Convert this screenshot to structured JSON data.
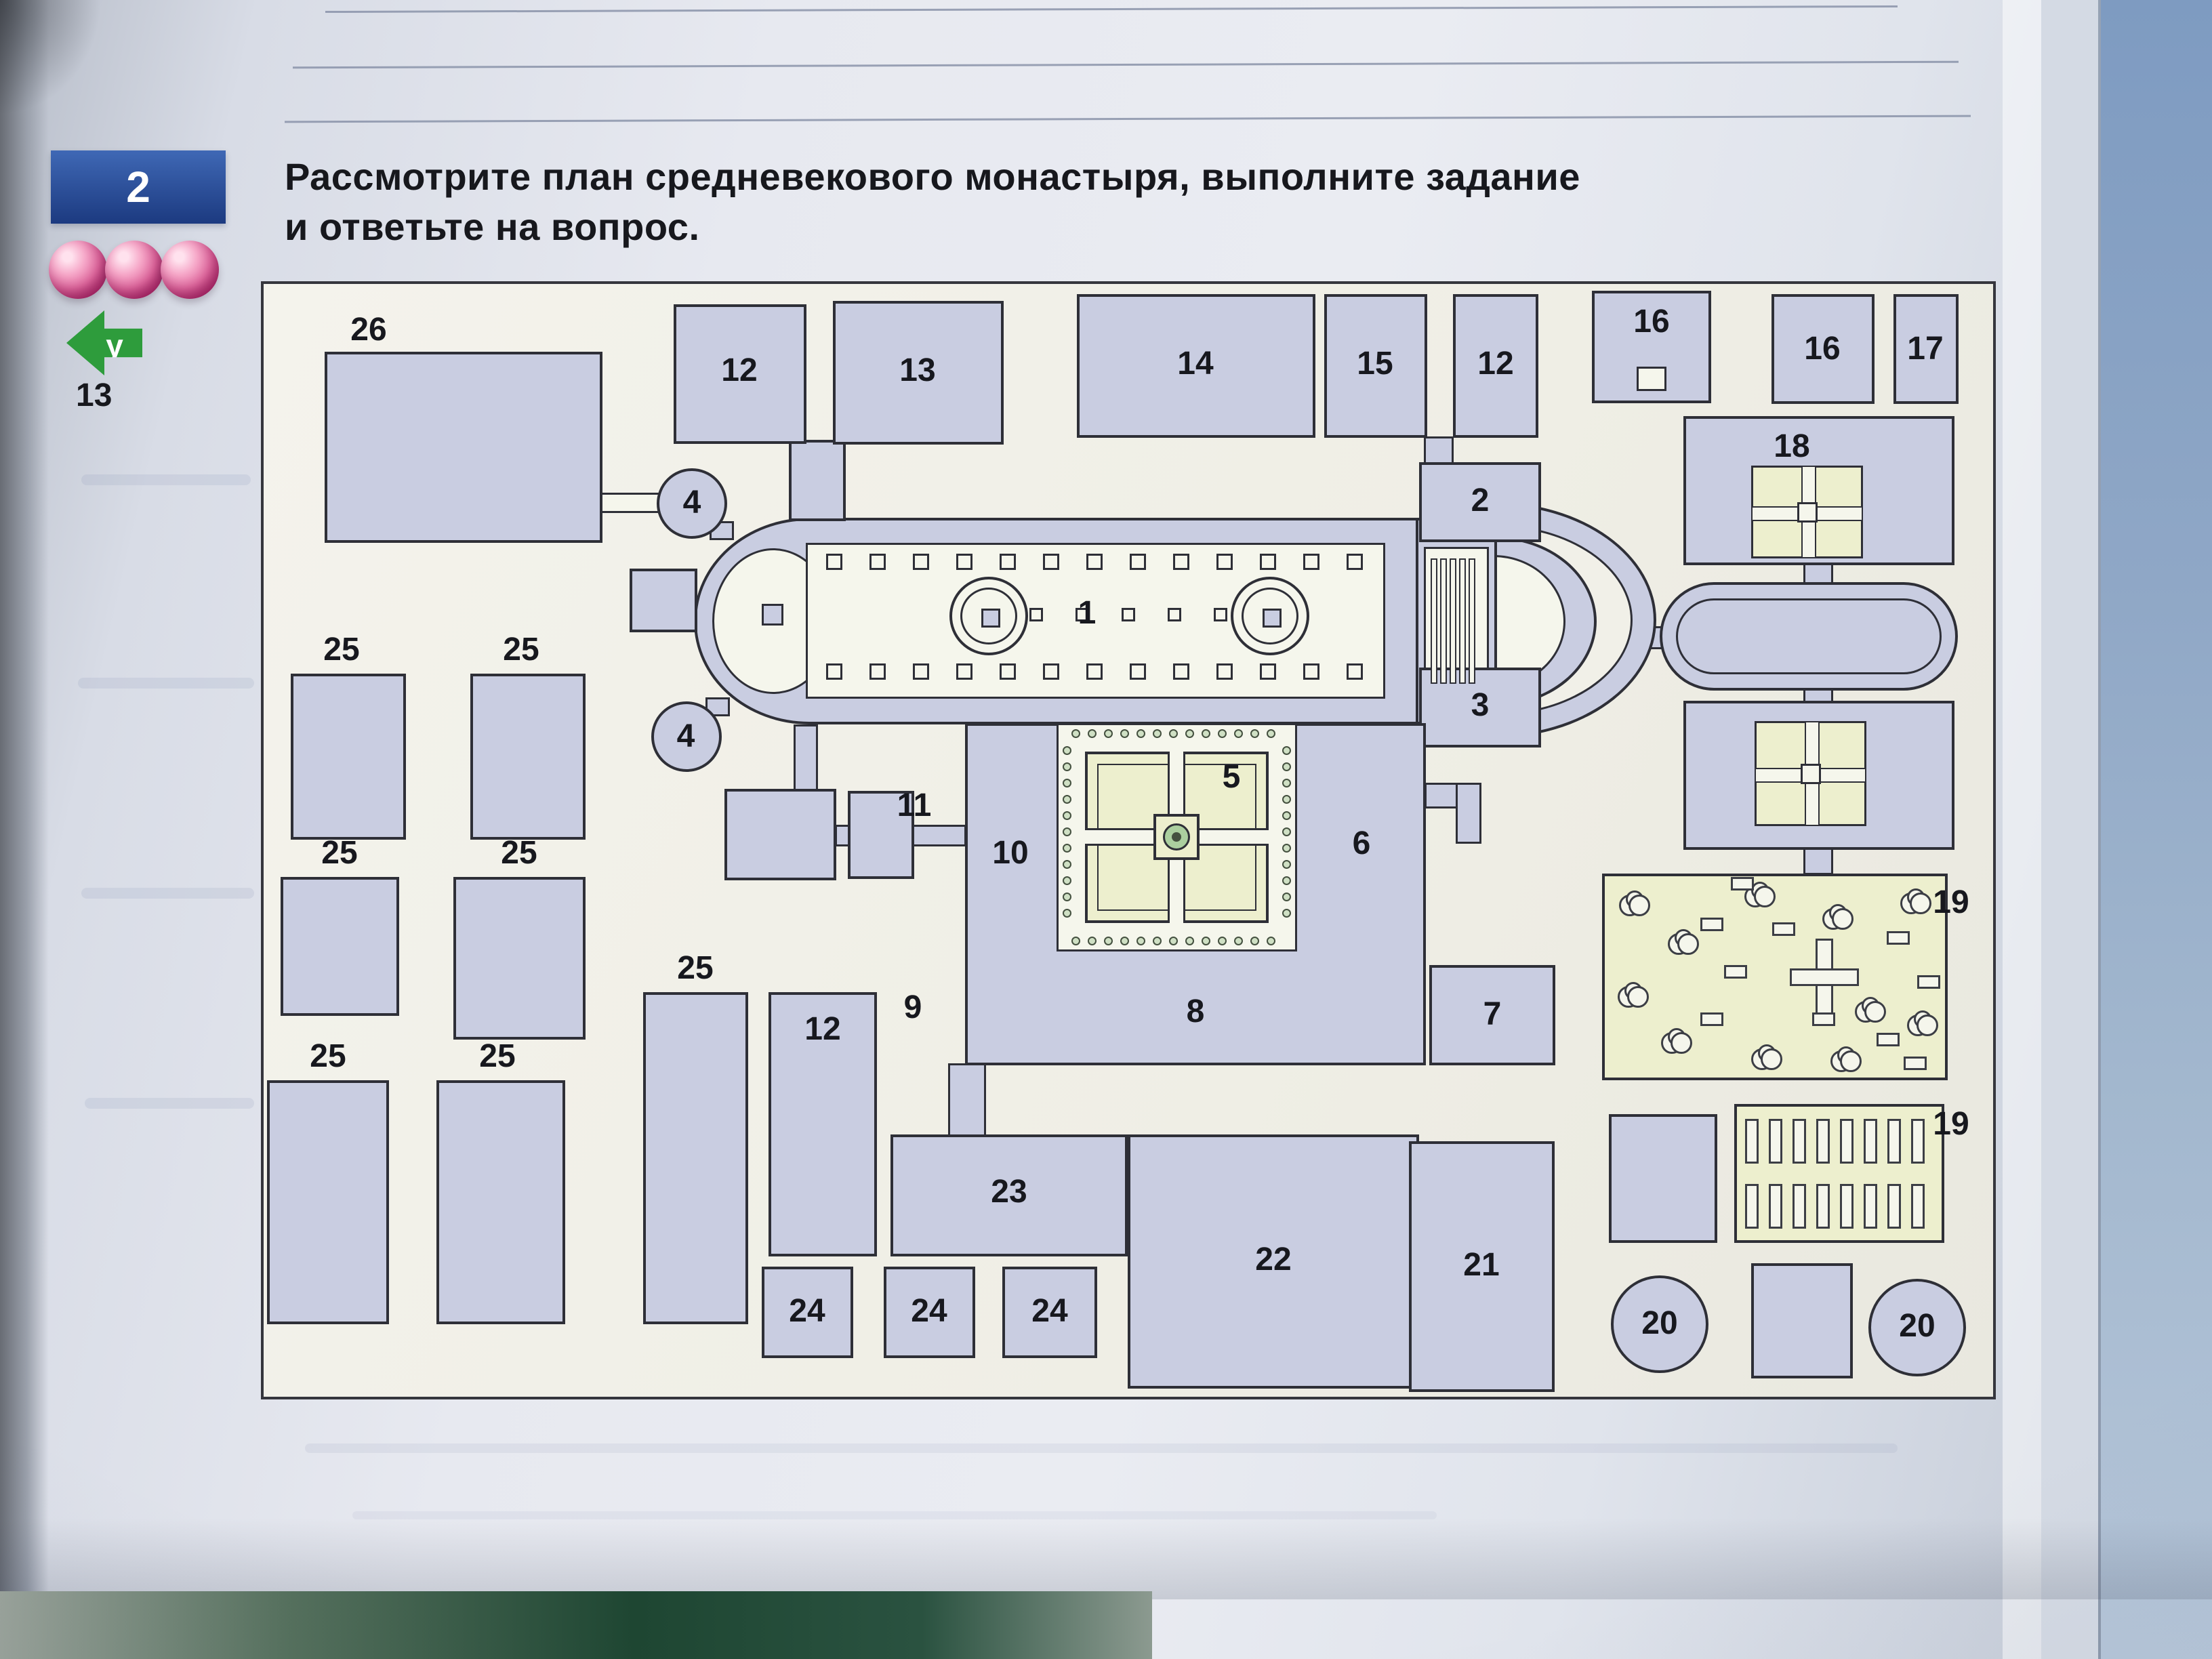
{
  "header": {
    "task_number": "2",
    "instruction_line1": "Рассмотрите план средневекового монастыря, выполните задание",
    "instruction_line2": "и ответьте на вопрос.",
    "page_number": "13",
    "nav_icon_letter": "у"
  },
  "plan": {
    "labels": {
      "l26": "26",
      "l12a": "12",
      "l13": "13",
      "l14": "14",
      "l15": "15",
      "l12b": "12",
      "l16a": "16",
      "l16b": "16",
      "l17": "17",
      "l18": "18",
      "l4a": "4",
      "l4b": "4",
      "l2": "2",
      "l3": "3",
      "l1": "1",
      "l5": "5",
      "l6": "6",
      "l7": "7",
      "l8": "8",
      "l9": "9",
      "l10": "10",
      "l11": "11",
      "l19a": "19",
      "l19b": "19",
      "l25a": "25",
      "l25b": "25",
      "l25c": "25",
      "l25d": "25",
      "l25e": "25",
      "l25f": "25",
      "l25g": "25",
      "l12c": "12",
      "l23": "23",
      "l24a": "24",
      "l24b": "24",
      "l24c": "24",
      "l22": "22",
      "l21": "21",
      "l20a": "20",
      "l20b": "20"
    },
    "colors": {
      "building_fill": "#c9cde1",
      "outline": "#2e2f37",
      "garden_fill": "#edefce",
      "panel_background": "#f1f0e8",
      "task_box_blue": "#24489b",
      "ball_pink": "#d4487f",
      "icon_green": "#2e9c3c",
      "page_blue_edge": "#8fa7c6"
    }
  }
}
